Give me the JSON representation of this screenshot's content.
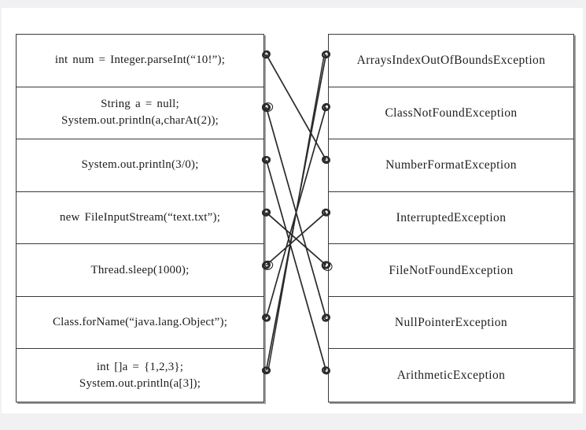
{
  "diagram": {
    "title": "java-exception-matching-quiz",
    "left_rows": [
      {
        "l1": "int num = Integer.parseInt(“10!”);"
      },
      {
        "l1": "String a = null;",
        "l2": "System.out.println(a,charAt(2));"
      },
      {
        "l1": "System.out.println(3/0);"
      },
      {
        "l1": "new FileInputStream(“text.txt”);"
      },
      {
        "l1": "Thread.sleep(1000);"
      },
      {
        "l1": "Class.forName(“java.lang.Object”);"
      },
      {
        "l1": "int []a = {1,2,3};",
        "l2": "System.out.println(a[3]);"
      }
    ],
    "right_rows": [
      {
        "label": "ArraysIndexOutOfBoundsException"
      },
      {
        "label": "ClassNotFoundException"
      },
      {
        "label": "NumberFormatException"
      },
      {
        "label": "InterruptedException"
      },
      {
        "label": "FileNotFoundException"
      },
      {
        "label": "NullPointerException"
      },
      {
        "label": "ArithmeticException"
      }
    ],
    "connections": [
      {
        "from": 0,
        "to": 2,
        "double": false
      },
      {
        "from": 1,
        "to": 5,
        "double": false
      },
      {
        "from": 2,
        "to": 6,
        "double": false
      },
      {
        "from": 3,
        "to": 4,
        "double": false
      },
      {
        "from": 4,
        "to": 3,
        "double": false
      },
      {
        "from": 5,
        "to": 1,
        "double": false
      },
      {
        "from": 6,
        "to": 0,
        "double": true
      }
    ],
    "extra_ring_left": [
      1,
      4
    ],
    "extra_ring_right": [
      4
    ],
    "colors": {
      "ink": "#2a2a2a",
      "table_border": "#3a3a3a",
      "page_band": "#f1f1f3",
      "paper": "#ffffff",
      "shadow": "#a2a2a6",
      "text": "#1d1d1d"
    }
  }
}
